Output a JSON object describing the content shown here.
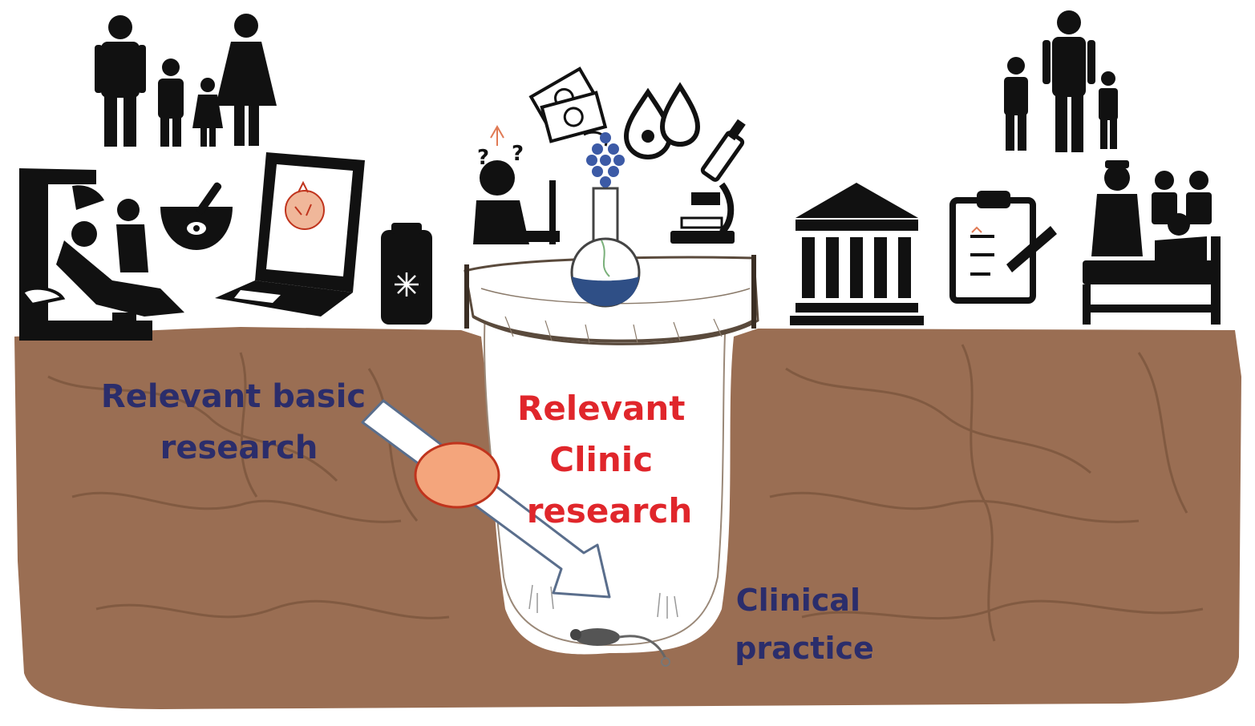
{
  "labels": {
    "basic_research": [
      "Relevant basic",
      "research"
    ],
    "clinic_research": [
      "Relevant",
      "Clinic",
      "research"
    ],
    "clinical_practice": [
      "Clinical",
      "practice"
    ]
  },
  "colors": {
    "soil": "#9a6e53",
    "soil_dark": "#6e4a33",
    "basic_label": "#2b2d6b",
    "clinic_label": "#e0262b",
    "practice_label": "#2b2d6b",
    "arrow_fill": "#ffffff",
    "arrow_stroke": "#5a6e8c",
    "stone": "#f4a57c",
    "icon": "#111111",
    "flask_liquid": "#2f4f86",
    "grapes": "#3c5aa6"
  },
  "icons": [
    "family-icon",
    "dental-chair-icon",
    "mortar-pestle-icon",
    "laptop-icon",
    "freezer-box-icon",
    "thinking-researcher-icon",
    "money-icon",
    "drops-icon",
    "microscope-icon",
    "flask-icon",
    "institution-icon",
    "clipboard-icon",
    "doctors-patient-icon",
    "parent-children-icon",
    "rat-icon"
  ]
}
